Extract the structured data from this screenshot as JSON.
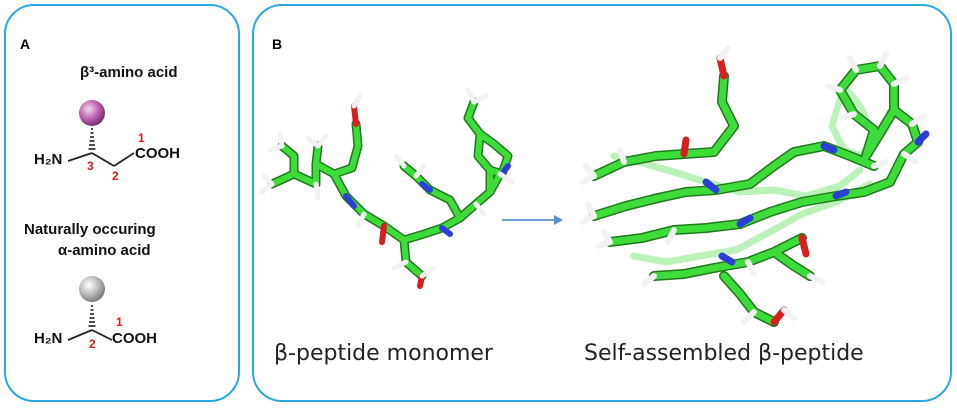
{
  "panel_a": {
    "letter": "A",
    "beta_title": "β³-amino acid",
    "beta_structure": {
      "amine": "H₂N",
      "acid": "COOH",
      "c1": "1",
      "c2": "2",
      "c3": "3"
    },
    "alpha_title_line1": "Naturally occuring",
    "alpha_title_line2": "α-amino acid",
    "alpha_structure": {
      "amine": "H₂N",
      "acid": "COOH",
      "c1": "1",
      "c2": "2"
    }
  },
  "panel_b": {
    "letter": "B",
    "monomer_label": "β-peptide monomer",
    "assembled_label": "Self-assembled β-peptide"
  },
  "colors": {
    "border": "#29a8e0",
    "carbon": "#3ddc3a",
    "nitrogen": "#2b3fd6",
    "oxygen": "#d81e1e",
    "hydrogen": "#f2f2f2",
    "side_chain_beta": "#c066b4",
    "side_chain_alpha": "#b9b9b9",
    "arrow": "#5b8fd6",
    "locant": "#d41c1c"
  }
}
